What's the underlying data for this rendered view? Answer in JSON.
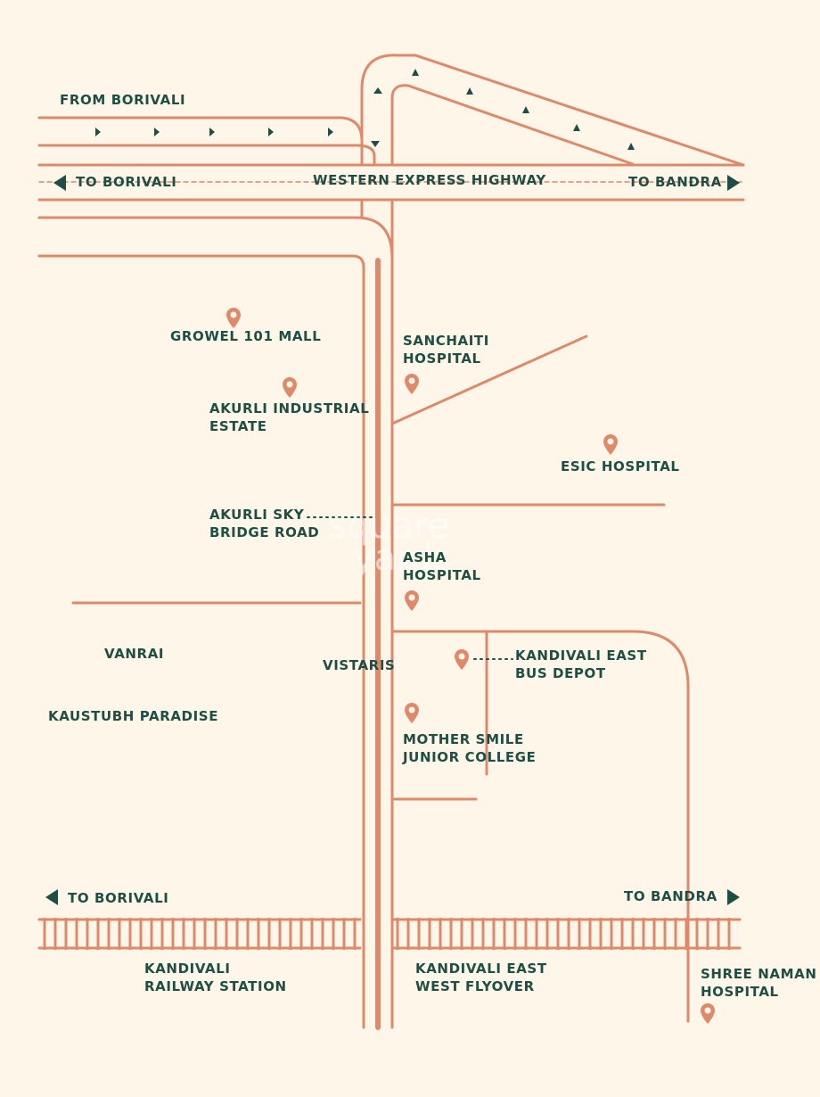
{
  "map": {
    "labels": {
      "from_borivali": "FROM BORIVALI",
      "to_borivali_top": "TO BORIVALI",
      "highway": "WESTERN EXPRESS HIGHWAY",
      "to_bandra_top": "TO BANDRA",
      "growel": "GROWEL 101 MALL",
      "sanchaiti": [
        "SANCHAITI",
        "HOSPITAL"
      ],
      "akurli_industrial": [
        "AKURLI INDUSTRIAL",
        "ESTATE"
      ],
      "esic": "ESIC HOSPITAL",
      "akurli_sky": [
        "AKURLI SKY",
        "BRIDGE ROAD"
      ],
      "asha": [
        "ASHA",
        "HOSPITAL"
      ],
      "vanrai": "VANRAI",
      "vistaris": "VISTARIS",
      "kandivali_depot": [
        "KANDIVALI EAST",
        "BUS DEPOT"
      ],
      "kaustubh": "KAUSTUBH PARADISE",
      "mother_smile": [
        "MOTHER SMILE",
        "JUNIOR COLLEGE"
      ],
      "to_borivali_bottom": "TO BORIVALI",
      "to_bandra_bottom": "TO BANDRA",
      "kandivali_station": [
        "KANDIVALI",
        "RAILWAY STATION"
      ],
      "kandivali_flyover": [
        "KANDIVALI EAST",
        "WEST FLYOVER"
      ],
      "shree_naman": [
        "SHREE NAMAN",
        "HOSPITAL"
      ]
    },
    "watermark": [
      "square",
      "yards"
    ],
    "colors": {
      "background": "#fdf6e9",
      "road": "#e0896a",
      "text": "#1f4e45",
      "pin": "#e0896a"
    },
    "icons": [
      "location-pin-icon",
      "arrow-left-icon",
      "arrow-right-icon",
      "direction-arrow-icon"
    ]
  }
}
